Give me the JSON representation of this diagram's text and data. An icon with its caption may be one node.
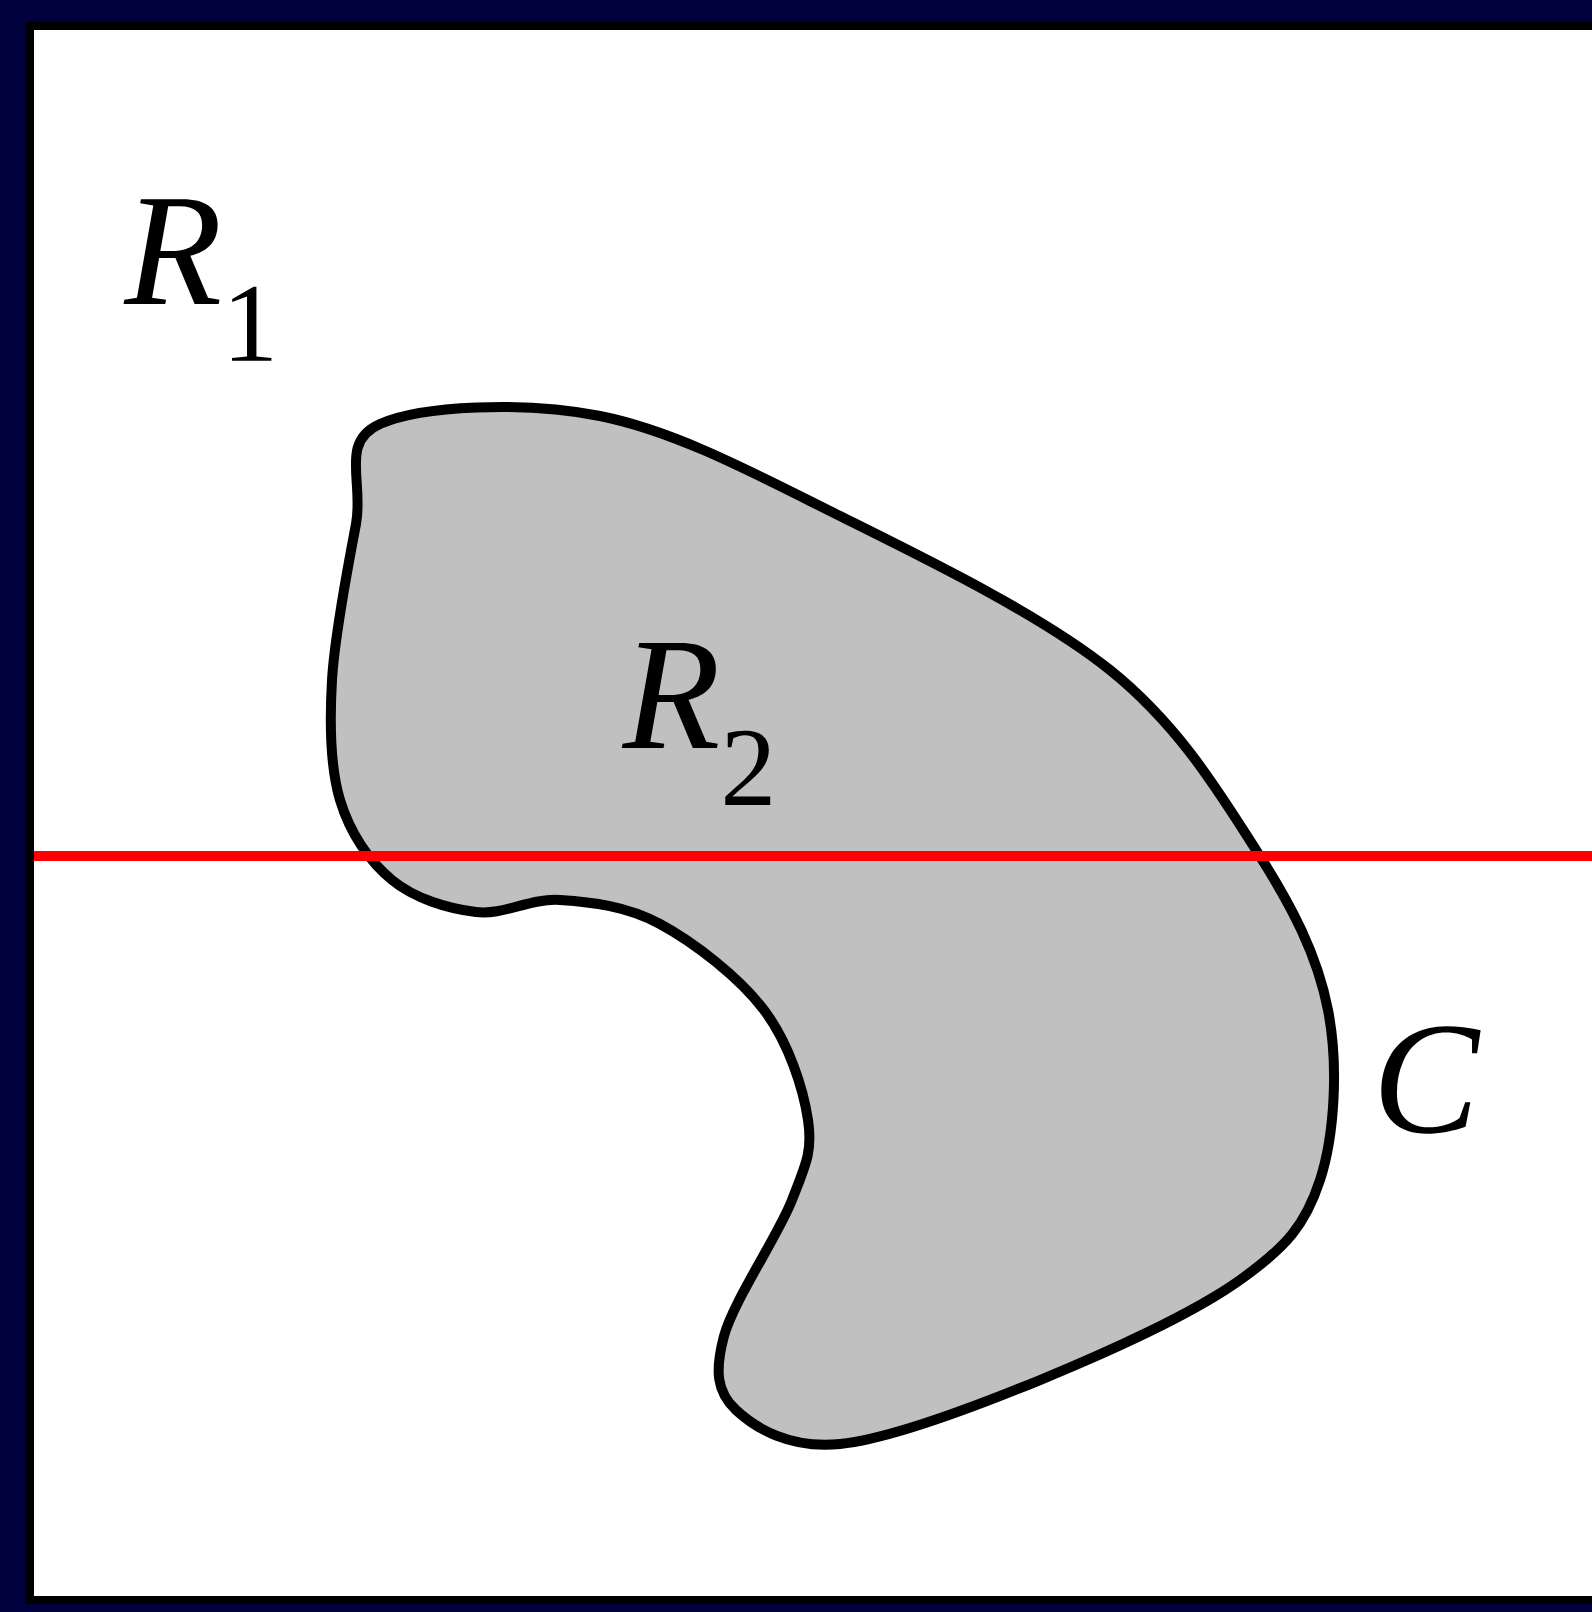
{
  "diagram": {
    "nodes": [
      {
        "text": [
          "*R*$_{1}$"
        ]
      },
      {
        "text": [
          "*R*$_{2}$"
        ],
        "beside": [
          "*C*"
        ],
        "in": 0
      }
    ]
  }
}
